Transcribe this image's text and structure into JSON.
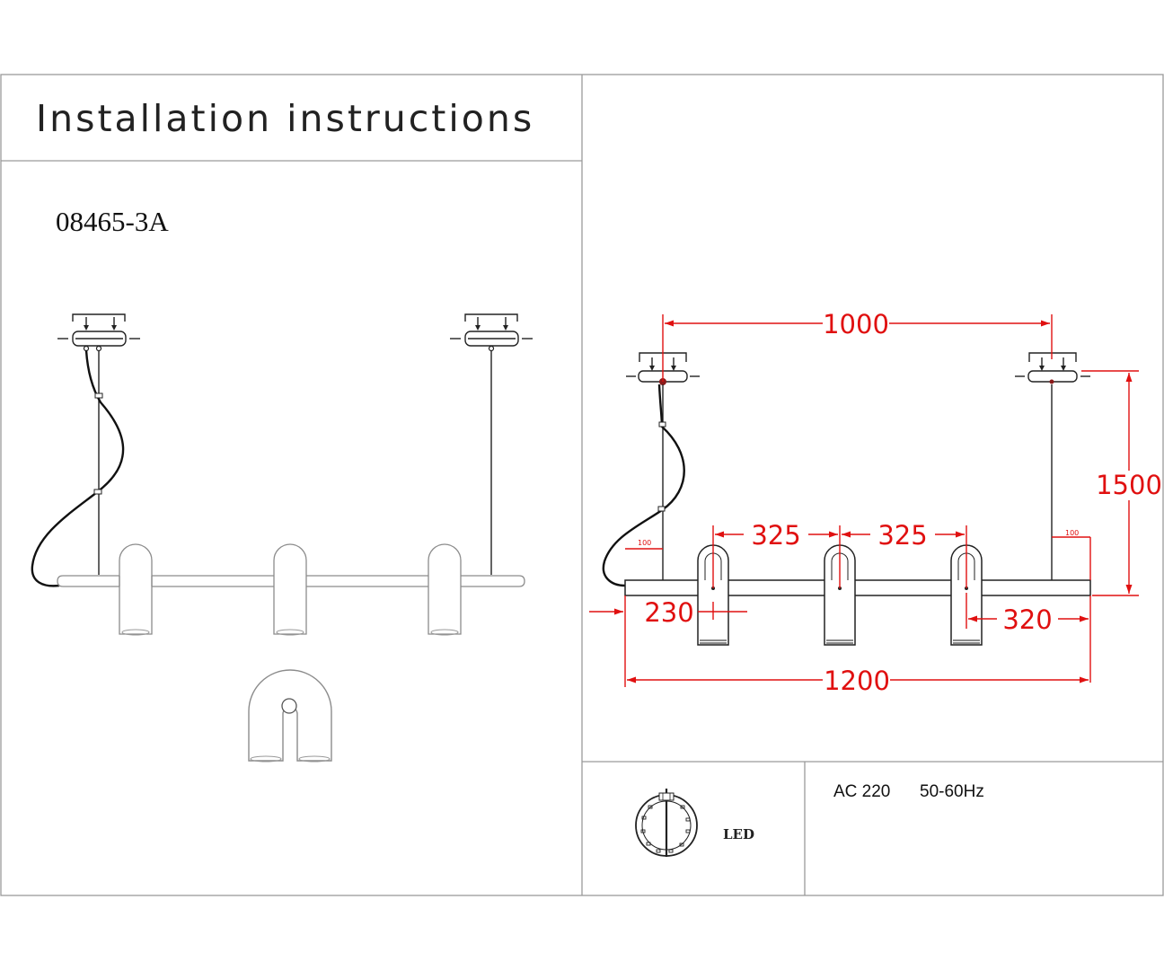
{
  "header": {
    "title": "Installation instructions"
  },
  "product": {
    "model": "08465-3A"
  },
  "dimensions": {
    "canopy_spacing": "1000",
    "suspension_height": "1500",
    "shade_spacing_1": "325",
    "shade_spacing_2": "325",
    "left_offset": "230",
    "right_offset": "320",
    "total_length": "1200",
    "left_end": "100",
    "right_end": "100"
  },
  "specs": {
    "voltage": "AC 220",
    "frequency": "50-60Hz",
    "light_source": "LED"
  },
  "colors": {
    "dimension_lines": "#e01010",
    "drawing_lines": "#222222",
    "frame": "#9a9a9a"
  }
}
